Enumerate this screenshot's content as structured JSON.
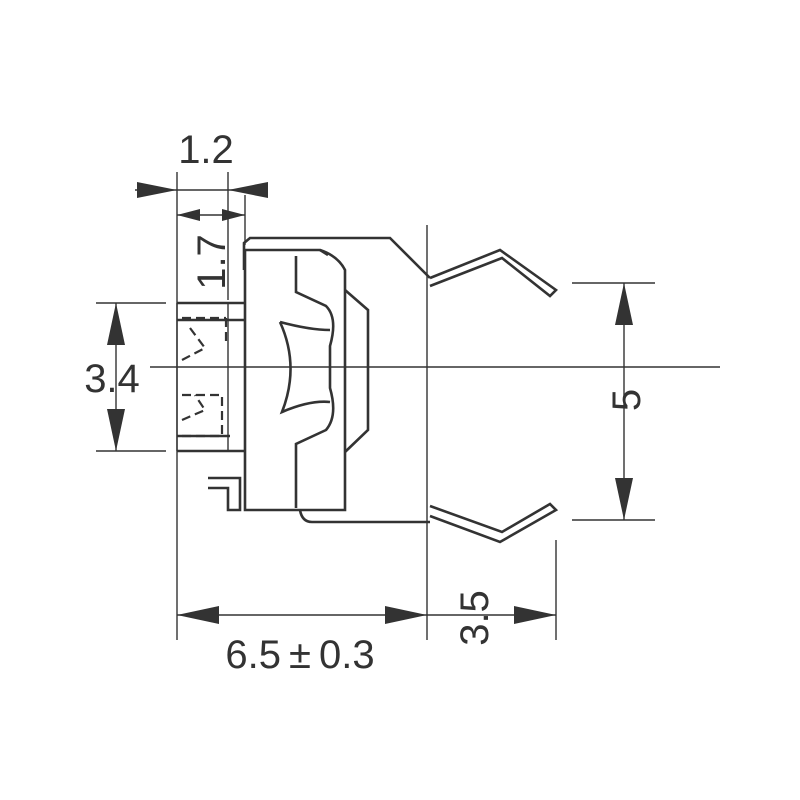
{
  "dimensions": {
    "top_width": "1.2",
    "lip_width": "1.7",
    "height_left": "3.4",
    "pin_pitch": "5",
    "body_length": "6.5",
    "plus_minus": "±",
    "tolerance": "0.3",
    "pin_length": "3.5"
  },
  "colors": {
    "line": "#333333",
    "background": "#ffffff"
  }
}
